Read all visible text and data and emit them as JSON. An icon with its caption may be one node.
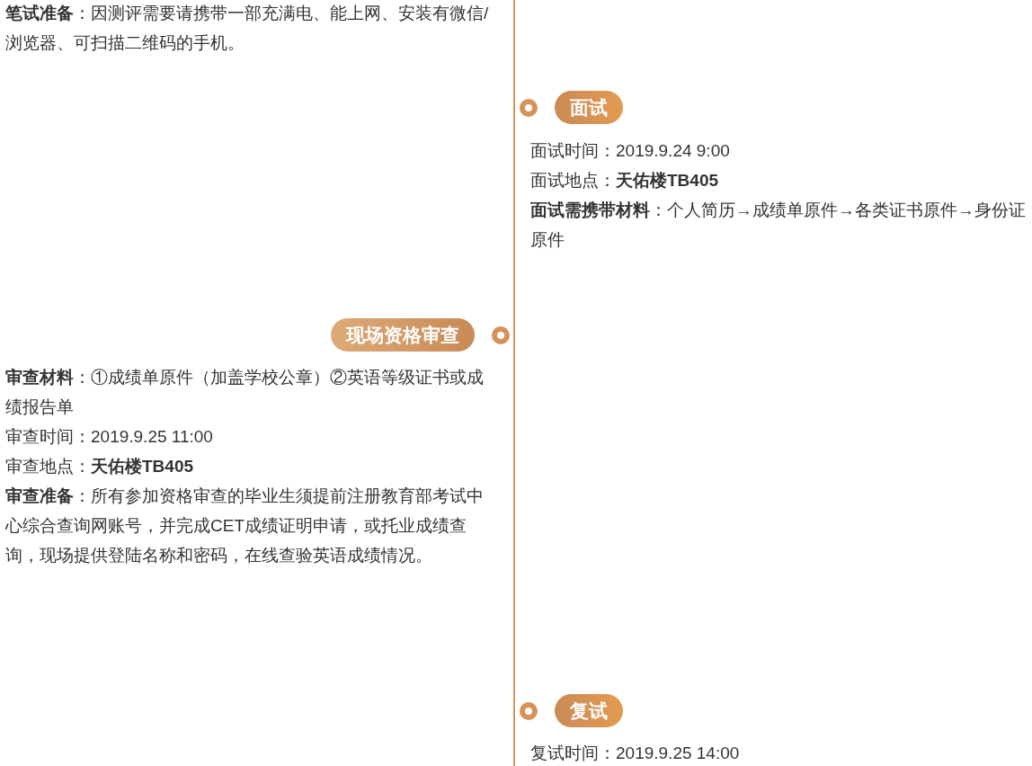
{
  "diagram": {
    "nodes": [
      {
        "text": [
          "面试"
        ],
        "beside": [
          "面试时间：2019.9.24  9:00",
          "面试地点：**天佑楼TB405**",
          "**面试需携带材料**：个人简历→成绩单原件→各类证书原件→身份证原件"
        ]
      },
      {
        "text": [
          "现场资格审查"
        ],
        "beside": [
          "**审查材料**：①成绩单原件（加盖学校公章）②英语等级证书或成绩报告单",
          "审查时间：2019.9.25 11:00",
          "审查地点：**天佑楼TB405**",
          "**审查准备**：所有参加资格审查的毕业生须提前注册教育部考试中心综合查询网账号，并完成CET成绩证明申请，或托业成绩查询，现场提供登陆名称和密码，在线查验英语成绩情况。"
        ]
      },
      {
        "text": [
          "复试"
        ],
        "beside": [
          "复试时间：2019.9.25 14:00"
        ]
      }
    ],
    "labels": [
      "**笔试准备**：因测评需要请携带一部充满电、能上网、安装有微信/浏览器、可扫描二维码的手机。"
    ]
  }
}
